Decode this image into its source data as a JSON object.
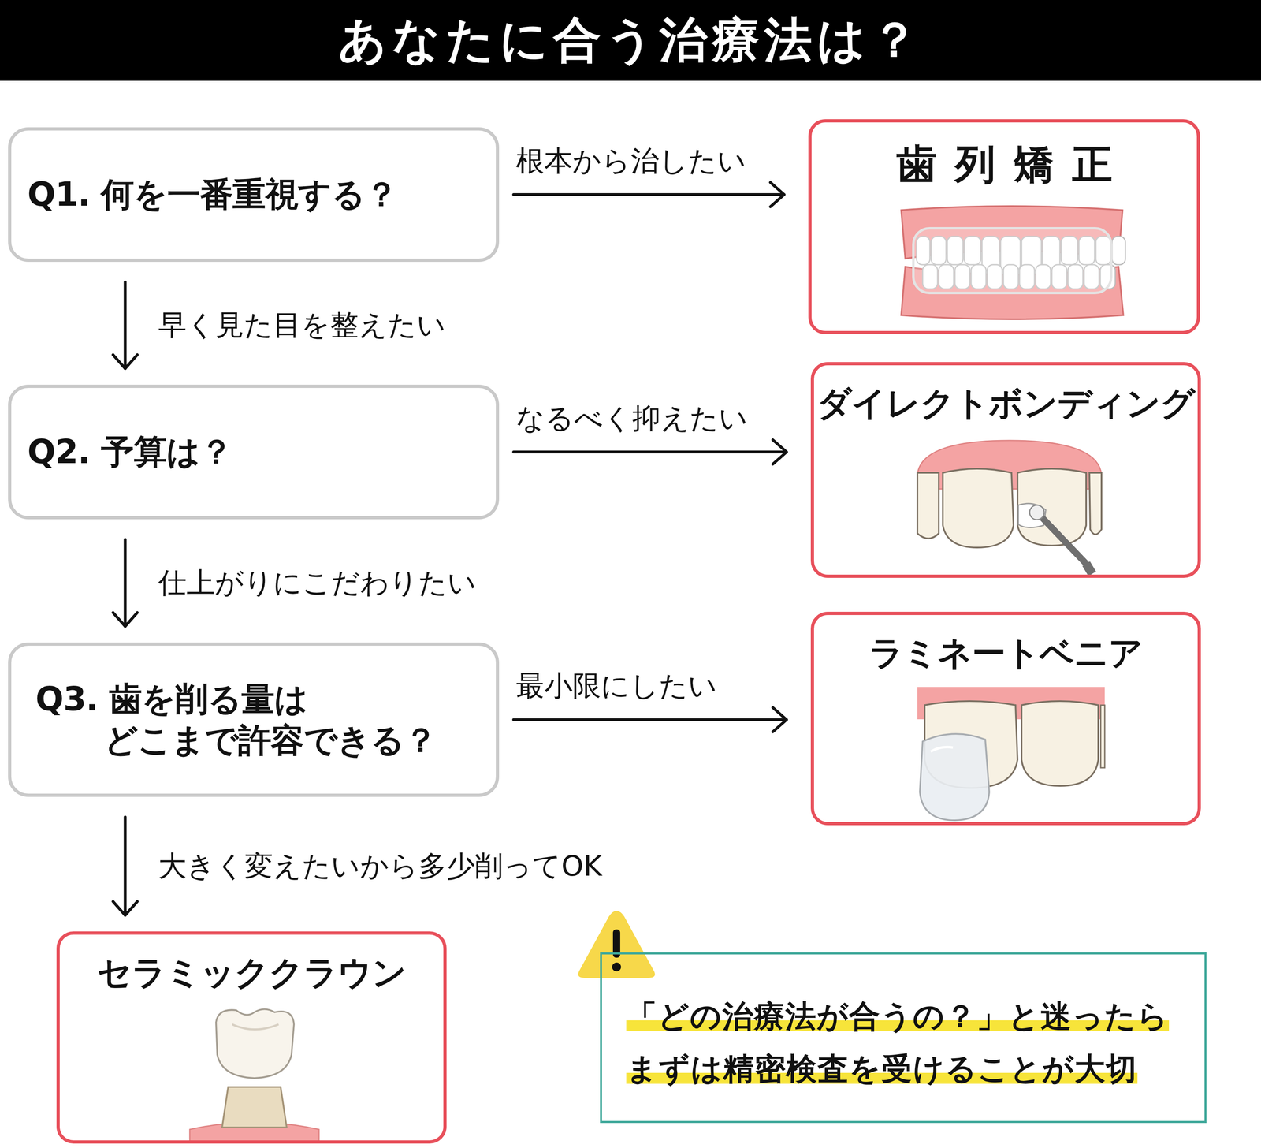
{
  "diagram": {
    "title": "あなたに合う治療法は？",
    "nodes": [
      {
        "text": [
          "Q1. 何を一番重視する？"
        ]
      },
      {
        "text": [
          "歯列矯正"
        ]
      },
      {
        "text": [
          "Q2. 予算は？"
        ]
      },
      {
        "text": [
          "ダイレクトボンディング"
        ]
      },
      {
        "text": [
          "Q3. 歯を削る量は どこまで許容できる？"
        ]
      },
      {
        "text": [
          "ラミネートベニア"
        ]
      },
      {
        "text": [
          "セラミッククラウン"
        ]
      },
      {
        "text": [
          "「どの治療法が合うの？」と迷ったら まずは精密検査を受けることが大切"
        ]
      }
    ],
    "edges": [
      {
        "from": 0,
        "to": 1,
        "arrow": "to",
        "label": "根本から治したい"
      },
      {
        "from": 0,
        "to": 2,
        "arrow": "to",
        "label": "早く見た目を整えたい"
      },
      {
        "from": 2,
        "to": 3,
        "arrow": "to",
        "label": "なるべく抑えたい"
      },
      {
        "from": 2,
        "to": 4,
        "arrow": "to",
        "label": "仕上がりにこだわりたい"
      },
      {
        "from": 4,
        "to": 5,
        "arrow": "to",
        "label": "最小限にしたい"
      },
      {
        "from": 4,
        "to": 6,
        "arrow": "to",
        "label": "大きく変えたいから多少削ってOK"
      }
    ]
  }
}
